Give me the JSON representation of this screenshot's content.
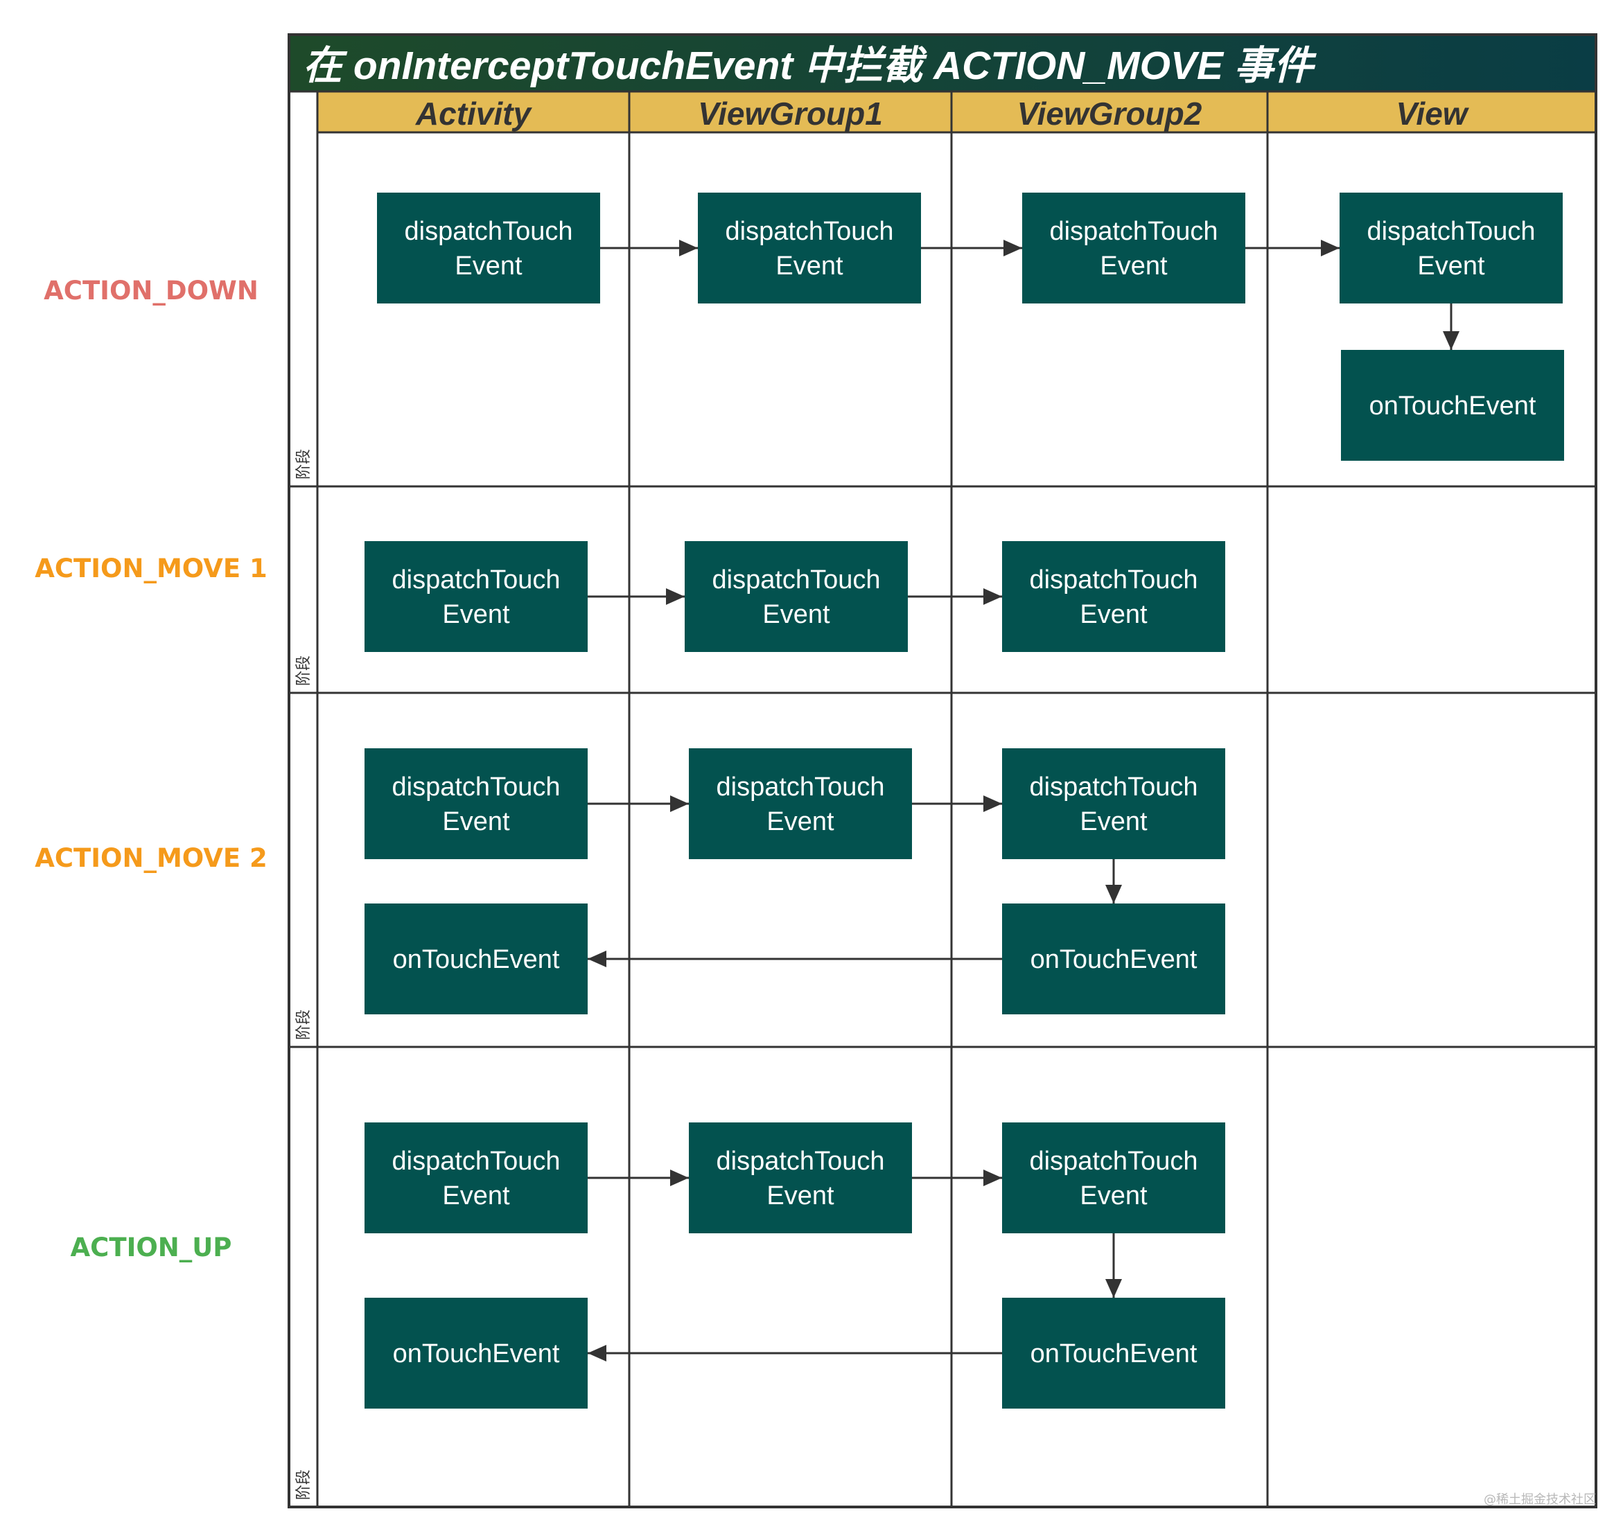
{
  "title": "在 onInterceptTouchEvent 中拦截 ACTION_MOVE 事件",
  "lanes": [
    "Activity",
    "ViewGroup1",
    "ViewGroup2",
    "View"
  ],
  "stage_label": "阶段",
  "watermark": "@稀土掘金技术社区",
  "colors": {
    "title_bg_start": "#1e4a2a",
    "title_bg_end": "#0a3d45",
    "lane_header_bg": "#e4bb55",
    "node_fill": "#03524f",
    "border": "#333333",
    "arrow": "#333333"
  },
  "phases": [
    {
      "label": "ACTION_DOWN",
      "color": "#e0706a",
      "nodes": [
        {
          "id": "d1",
          "lane": "Activity",
          "label": "dispatchTouch\nEvent"
        },
        {
          "id": "d2",
          "lane": "ViewGroup1",
          "label": "dispatchTouch\nEvent"
        },
        {
          "id": "d3",
          "lane": "ViewGroup2",
          "label": "dispatchTouch\nEvent"
        },
        {
          "id": "d4",
          "lane": "View",
          "label": "dispatchTouch\nEvent"
        },
        {
          "id": "d5",
          "lane": "View",
          "label": "onTouchEvent"
        }
      ],
      "edges": [
        {
          "from": "d1",
          "to": "d2"
        },
        {
          "from": "d2",
          "to": "d3"
        },
        {
          "from": "d3",
          "to": "d4"
        },
        {
          "from": "d4",
          "to": "d5"
        }
      ]
    },
    {
      "label": "ACTION_MOVE 1",
      "color": "#f59a1b",
      "nodes": [
        {
          "id": "m1a",
          "lane": "Activity",
          "label": "dispatchTouch\nEvent"
        },
        {
          "id": "m1b",
          "lane": "ViewGroup1",
          "label": "dispatchTouch\nEvent"
        },
        {
          "id": "m1c",
          "lane": "ViewGroup2",
          "label": "dispatchTouch\nEvent"
        }
      ],
      "edges": [
        {
          "from": "m1a",
          "to": "m1b"
        },
        {
          "from": "m1b",
          "to": "m1c"
        }
      ]
    },
    {
      "label": "ACTION_MOVE 2",
      "color": "#f59a1b",
      "nodes": [
        {
          "id": "m2a",
          "lane": "Activity",
          "label": "dispatchTouch\nEvent"
        },
        {
          "id": "m2b",
          "lane": "ViewGroup1",
          "label": "dispatchTouch\nEvent"
        },
        {
          "id": "m2c",
          "lane": "ViewGroup2",
          "label": "dispatchTouch\nEvent"
        },
        {
          "id": "m2d",
          "lane": "ViewGroup2",
          "label": "onTouchEvent"
        },
        {
          "id": "m2e",
          "lane": "Activity",
          "label": "onTouchEvent"
        }
      ],
      "edges": [
        {
          "from": "m2a",
          "to": "m2b"
        },
        {
          "from": "m2b",
          "to": "m2c"
        },
        {
          "from": "m2c",
          "to": "m2d"
        },
        {
          "from": "m2d",
          "to": "m2e"
        }
      ]
    },
    {
      "label": "ACTION_UP",
      "color": "#4caf50",
      "nodes": [
        {
          "id": "u1",
          "lane": "Activity",
          "label": "dispatchTouch\nEvent"
        },
        {
          "id": "u2",
          "lane": "ViewGroup1",
          "label": "dispatchTouch\nEvent"
        },
        {
          "id": "u3",
          "lane": "ViewGroup2",
          "label": "dispatchTouch\nEvent"
        },
        {
          "id": "u4",
          "lane": "ViewGroup2",
          "label": "onTouchEvent"
        },
        {
          "id": "u5",
          "lane": "Activity",
          "label": "onTouchEvent"
        }
      ],
      "edges": [
        {
          "from": "u1",
          "to": "u2"
        },
        {
          "from": "u2",
          "to": "u3"
        },
        {
          "from": "u3",
          "to": "u4"
        },
        {
          "from": "u4",
          "to": "u5"
        }
      ]
    }
  ]
}
